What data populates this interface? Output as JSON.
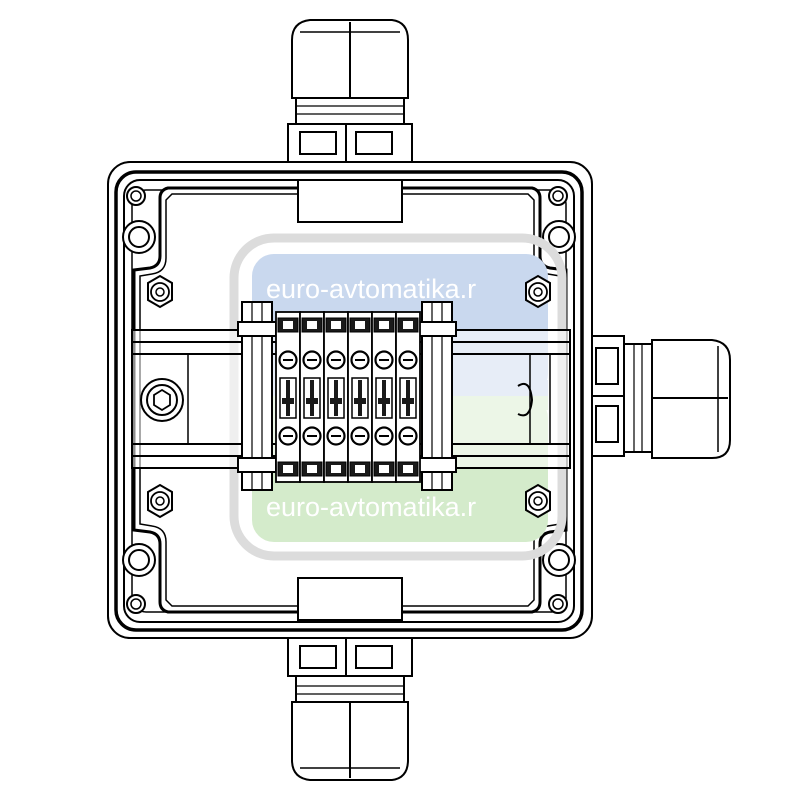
{
  "watermark": {
    "text_top": "euro-avtomatika.r",
    "text_bottom": "euro-avtomatika.r",
    "color_blue": "#c9d8ee",
    "color_green": "#d4ebcb",
    "color_frame": "#dcdcdc"
  },
  "drawing": {
    "line_color": "#000000",
    "fill_color": "#ffffff",
    "terminal_color": "#1a1a1a"
  },
  "terminal_block": {
    "terminal_count": 6
  }
}
